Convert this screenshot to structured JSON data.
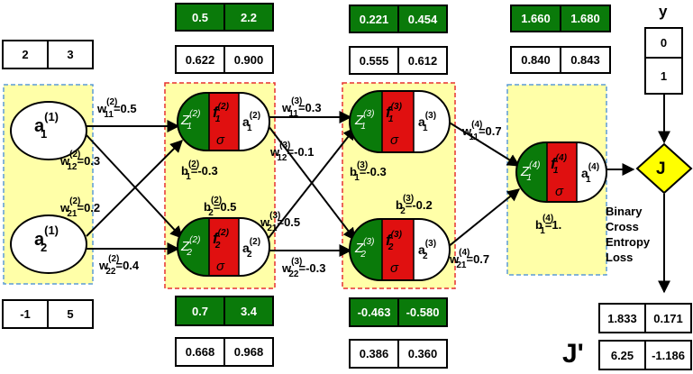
{
  "input": {
    "sample1": [
      "2",
      "3"
    ],
    "sample2": [
      "-1",
      "5"
    ],
    "node1": {
      "sym": "a",
      "sup": "(1)",
      "sub": "1"
    },
    "node2": {
      "sym": "a",
      "sup": "(1)",
      "sub": "2"
    }
  },
  "weights_l2": [
    {
      "sym": "w",
      "sub": "11",
      "sup": "(2)",
      "val": "=0.5"
    },
    {
      "sym": "w",
      "sub": "12",
      "sup": "(2)",
      "val": "=0.3"
    },
    {
      "sym": "w",
      "sub": "21",
      "sup": "(2)",
      "val": "=0.2"
    },
    {
      "sym": "w",
      "sub": "22",
      "sup": "(2)",
      "val": "=0.4"
    }
  ],
  "weights_l3": [
    {
      "sym": "w",
      "sub": "11",
      "sup": "(3)",
      "val": "=0.3"
    },
    {
      "sym": "w",
      "sub": "12",
      "sup": "(3)",
      "val": "=-0.1"
    },
    {
      "sym": "w",
      "sub": "21",
      "sup": "(3)",
      "val": "=0.5"
    },
    {
      "sym": "w",
      "sub": "22",
      "sup": "(3)",
      "val": "=-0.3"
    }
  ],
  "weights_l4": [
    {
      "sym": "w",
      "sub": "11",
      "sup": "(4)",
      "val": "=0.7"
    },
    {
      "sym": "w",
      "sub": "21",
      "sup": "(4)",
      "val": "=0.7"
    }
  ],
  "biases": {
    "b2_1": {
      "sym": "b",
      "sub": "1",
      "sup": "(2)",
      "val": "=-0.3"
    },
    "b2_2": {
      "sym": "b",
      "sub": "2",
      "sup": "(2)",
      "val": "=0.5"
    },
    "b3_1": {
      "sym": "b",
      "sub": "1",
      "sup": "(3)",
      "val": "=-0.3"
    },
    "b3_2": {
      "sym": "b",
      "sub": "2",
      "sup": "(3)",
      "val": "=-0.2"
    },
    "b4_1": {
      "sym": "b",
      "sub": "1",
      "sup": "(4)",
      "val": "=1."
    }
  },
  "layer2": {
    "z_top": [
      "0.5",
      "2.2"
    ],
    "a_top": [
      "0.622",
      "0.900"
    ],
    "z_bot": [
      "0.7",
      "3.4"
    ],
    "a_bot": [
      "0.668",
      "0.968"
    ],
    "neuron1": {
      "z_sub": "1",
      "z_sup": "(2)",
      "f_sub": "1",
      "f_sup": "(2)",
      "a_sub": "1",
      "a_sup": "(2)"
    },
    "neuron2": {
      "z_sub": "2",
      "z_sup": "(2)",
      "f_sub": "2",
      "f_sup": "(2)",
      "a_sub": "2",
      "a_sup": "(2)"
    }
  },
  "layer3": {
    "z_top": [
      "0.221",
      "0.454"
    ],
    "a_top": [
      "0.555",
      "0.612"
    ],
    "z_bot": [
      "-0.463",
      "-0.580"
    ],
    "a_bot": [
      "0.386",
      "0.360"
    ],
    "neuron1": {
      "z_sub": "1",
      "z_sup": "(3)",
      "f_sub": "1",
      "f_sup": "(3)",
      "a_sub": "1",
      "a_sup": "(3)"
    },
    "neuron2": {
      "z_sub": "2",
      "z_sup": "(3)",
      "f_sub": "2",
      "f_sup": "(3)",
      "a_sub": "2",
      "a_sup": "(3)"
    }
  },
  "layer4": {
    "z_top": [
      "1.660",
      "1.680"
    ],
    "a_top": [
      "0.840",
      "0.843"
    ],
    "neuron1": {
      "z_sub": "1",
      "z_sup": "(4)",
      "f_sub": "1",
      "f_sup": "(4)",
      "a_sub": "1",
      "a_sup": "(4)"
    }
  },
  "symbols": {
    "z": "Z",
    "f": "f",
    "sigma": "σ",
    "a": "a"
  },
  "target": {
    "label": "y",
    "values": [
      "0",
      "1"
    ]
  },
  "cost": {
    "label": "J",
    "desc": [
      "Binary",
      "Cross",
      "Entropy",
      "Loss"
    ]
  },
  "grad": {
    "label": "J'",
    "row1": [
      "1.833",
      "0.171"
    ],
    "row2": [
      "6.25",
      "-1.186"
    ]
  },
  "colors": {
    "green": "#0a7a0a",
    "red": "#e01010",
    "yellow": "#ffffa8",
    "blue_dash": "#5b9bd5",
    "red_dash": "#e53030",
    "diamond": "#ffff00"
  }
}
